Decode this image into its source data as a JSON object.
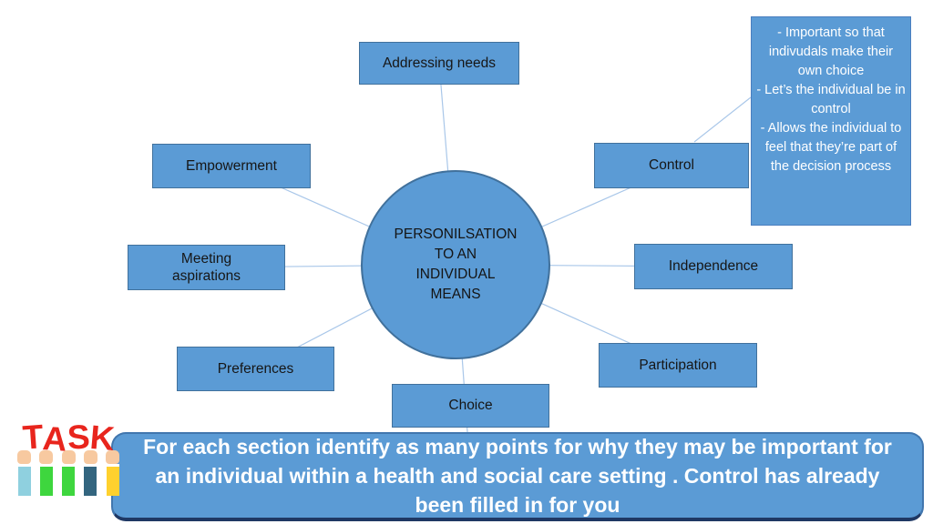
{
  "diagram": {
    "center": {
      "lines": [
        "PERSONILSATION",
        "TO AN",
        "INDIVIDUAL",
        "MEANS"
      ]
    },
    "nodes": [
      {
        "label": "Addressing needs"
      },
      {
        "label": "Empowerment"
      },
      {
        "label": "Control"
      },
      {
        "label": "Meeting aspirations"
      },
      {
        "label": "Independence"
      },
      {
        "label": "Preferences"
      },
      {
        "label": "Participation"
      },
      {
        "label": "Choice"
      }
    ],
    "note": {
      "items": [
        "-    Important so that indivudals make their own choice",
        "-    Let’s the individual be in control",
        "-    Allows the individual to feel that they’re part of the decision process"
      ]
    }
  },
  "task_banner": {
    "text": "For each section identify as many points for why they may be important for an individual within a health and social care setting . Control has already been filled in for you"
  },
  "task_graphic": {
    "letters": [
      "T",
      "A",
      "S",
      "K"
    ]
  },
  "colors": {
    "node_fill": "#5B9BD5",
    "node_border": "#41719C",
    "connector_line": "#A9C7E9",
    "banner_border_bottom": "#1F3864",
    "task_word_red": "#E8251D",
    "sleeve_colors": [
      "#8FD0DF",
      "#3ED63E",
      "#3ED63E",
      "#33657F",
      "#FFD12E"
    ],
    "fist_skin": "#F7C9A0",
    "text_dark": "#161616",
    "text_light": "#FFFFFF"
  }
}
